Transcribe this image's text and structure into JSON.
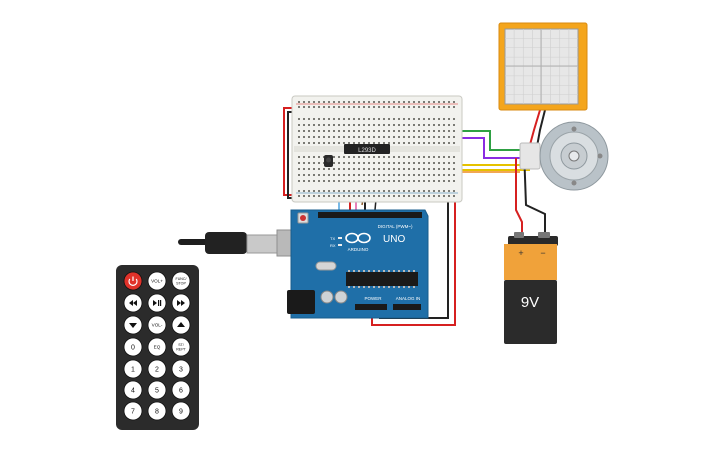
{
  "breadboard": {
    "chip_label": "L293D"
  },
  "arduino": {
    "brand": "ARDUINO",
    "model": "UNO",
    "header_digital": "DIGITAL (PWM~)",
    "header_power": "POWER",
    "header_analog": "ANALOG IN",
    "led_tx": "TX",
    "led_rx": "RX"
  },
  "battery": {
    "label": "9V",
    "plus": "+",
    "minus": "−"
  },
  "remote": {
    "buttons": [
      {
        "label": "",
        "icon": "power-icon"
      },
      {
        "label": "VOL+"
      },
      {
        "label": "FUNC/ STOP"
      },
      {
        "label": "",
        "icon": "rewind-icon"
      },
      {
        "label": "",
        "icon": "play-pause-icon"
      },
      {
        "label": "",
        "icon": "fast-forward-icon"
      },
      {
        "label": "",
        "icon": "down-icon"
      },
      {
        "label": "VOL-"
      },
      {
        "label": "",
        "icon": "up-icon"
      },
      {
        "label": "0"
      },
      {
        "label": "EQ"
      },
      {
        "label": "ST/ REPT"
      },
      {
        "label": "1"
      },
      {
        "label": "2"
      },
      {
        "label": "3"
      },
      {
        "label": "4"
      },
      {
        "label": "5"
      },
      {
        "label": "6"
      },
      {
        "label": "7"
      },
      {
        "label": "8"
      },
      {
        "label": "9"
      }
    ]
  },
  "colors": {
    "arduino_blue": "#1f6fa8",
    "wire_red": "#d62020",
    "wire_black": "#222222",
    "wire_green": "#2ea043",
    "wire_purple": "#8a2be2",
    "wire_yellow": "#e6c200",
    "wire_orange": "#ee8a1a",
    "battery_orange": "#f0a23a",
    "remote_body": "#2b2b2b",
    "power_button": "#e0322a"
  }
}
